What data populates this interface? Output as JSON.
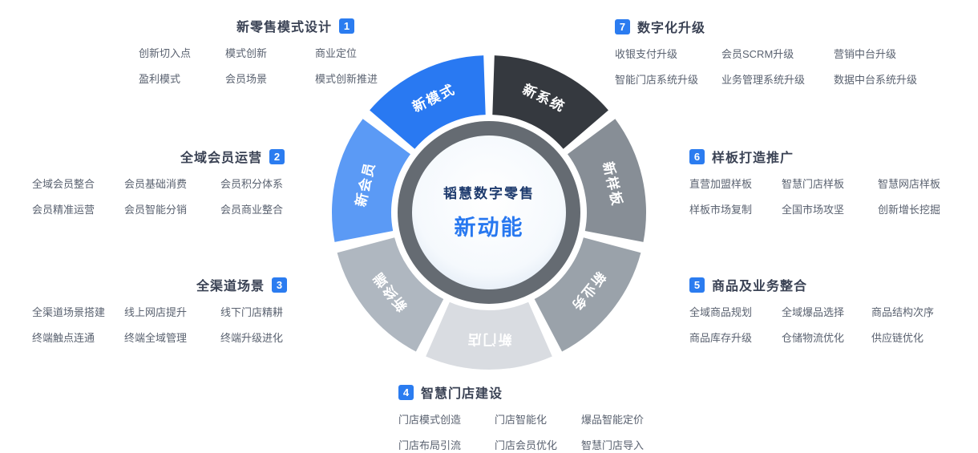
{
  "center": {
    "title": "韬慧数字零售",
    "subtitle": "新动能"
  },
  "colors": {
    "badge": "#2b7cf0",
    "group_title_text": "#3a4254",
    "item_text": "#5a6270",
    "center_title": "#1d3a6d",
    "center_subtitle": "#2878f0",
    "center_ring": "#656b72"
  },
  "wheel": {
    "segments": [
      {
        "label": "新模式",
        "color": "#2979f2"
      },
      {
        "label": "新系统",
        "color": "#35393f"
      },
      {
        "label": "新样板",
        "color": "#878e96"
      },
      {
        "label": "新业务",
        "color": "#9aa2aa"
      },
      {
        "label": "新门店",
        "color": "#d9dce1"
      },
      {
        "label": "新终端",
        "color": "#afb7c0"
      },
      {
        "label": "新会员",
        "color": "#5b9af5"
      }
    ]
  },
  "groups": [
    {
      "num": "1",
      "title": "新零售模式设计",
      "items": [
        "创新切入点",
        "模式创新",
        "商业定位",
        "盈利模式",
        "会员场景",
        "模式创新推进"
      ]
    },
    {
      "num": "2",
      "title": "全域会员运营",
      "items": [
        "全域会员整合",
        "会员基础消费",
        "会员积分体系",
        "会员精准运营",
        "会员智能分销",
        "会员商业整合"
      ]
    },
    {
      "num": "3",
      "title": "全渠道场景",
      "items": [
        "全渠道场景搭建",
        "线上网店提升",
        "线下门店精耕",
        "终端触点连通",
        "终端全域管理",
        "终端升级进化"
      ]
    },
    {
      "num": "4",
      "title": "智慧门店建设",
      "items": [
        "门店模式创造",
        "门店智能化",
        "爆品智能定价",
        "门店布局引流",
        "门店会员优化",
        "智慧门店导入"
      ]
    },
    {
      "num": "5",
      "title": "商品及业务整合",
      "items": [
        "全域商品规划",
        "全域爆品选择",
        "商品结构次序",
        "商品库存升级",
        "仓储物流优化",
        "供应链优化"
      ]
    },
    {
      "num": "6",
      "title": "样板打造推广",
      "items": [
        "直营加盟样板",
        "智慧门店样板",
        "智慧网店样板",
        "样板市场复制",
        "全国市场攻坚",
        "创新增长挖掘"
      ]
    },
    {
      "num": "7",
      "title": "数字化升级",
      "items": [
        "收银支付升级",
        "会员SCRM升级",
        "营销中台升级",
        "智能门店系统升级",
        "业务管理系统升级",
        "数据中台系统升级"
      ]
    }
  ]
}
